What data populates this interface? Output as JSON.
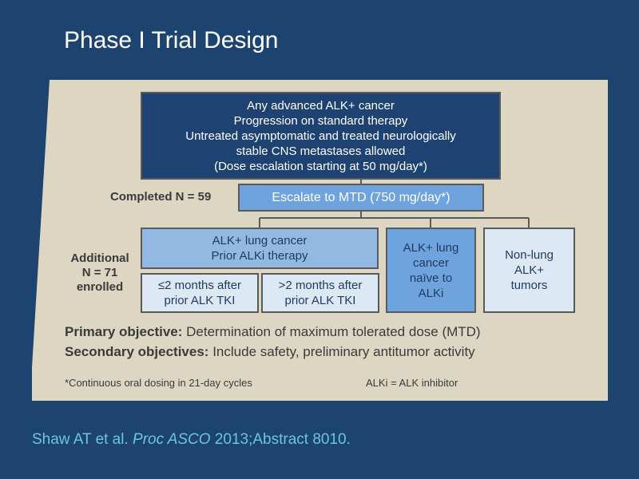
{
  "title": "Phase I Trial Design",
  "top_box": {
    "lines": [
      "Any advanced ALK+ cancer",
      "Progression on standard therapy",
      "Untreated asymptomatic and treated neurologically",
      "stable CNS metastases allowed",
      "(Dose escalation starting at 50 mg/day*)"
    ]
  },
  "completed_label": "Completed N = 59",
  "escalate_box": "Escalate to MTD (750 mg/day*)",
  "additional_label": [
    "Additional",
    "N = 71",
    "enrolled"
  ],
  "prior_box": [
    "ALK+ lung cancer",
    "Prior ALKi therapy"
  ],
  "sub_boxes": [
    [
      "≤2 months after",
      "prior ALK TKI"
    ],
    [
      ">2 months after",
      "prior ALK TKI"
    ]
  ],
  "naive_box": [
    "ALK+ lung",
    "cancer",
    "naïve to",
    "ALKi"
  ],
  "nonlung_box": [
    "Non-lung",
    "ALK+",
    "tumors"
  ],
  "objectives": {
    "primary_label": "Primary objective:",
    "primary_text": "Determination of maximum tolerated dose (MTD)",
    "secondary_label": "Secondary objectives:",
    "secondary_text": "Include safety, preliminary antitumor activity"
  },
  "footnotes": {
    "dosing": "*Continuous oral dosing in 21-day cycles",
    "abbrev": "ALKi = ALK inhibitor"
  },
  "citation": {
    "authors": "Shaw AT et al.",
    "journal": "Proc ASCO",
    "rest": "2013;Abstract 8010."
  },
  "colors": {
    "background": "#1d4370",
    "panel": "#dcd6c3",
    "dark_box": "#1e4373",
    "mid_box": "#6fa3dd",
    "light_box": "#93b9e2",
    "pale_box": "#dde8f5",
    "citation": "#6cc4e0"
  }
}
